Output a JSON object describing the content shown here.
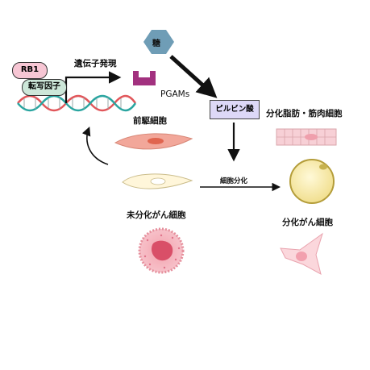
{
  "sugar": "糖",
  "rb1": "RB1",
  "transcription_factor": "転写因子",
  "gene_expression": "遺伝子発現",
  "pgams": "PGAMs",
  "pyruvate": "ピルビン酸",
  "precursor_cells": "前駆細胞",
  "differentiated_cells": "分化脂肪・筋肉細胞",
  "cell_differentiation": "細胞分化",
  "undifferentiated_cancer_cells": "未分化がん細胞",
  "differentiated_cancer_cells": "分化がん細胞",
  "colors": {
    "sugar_hex": "#6f9db6",
    "pgams": "#a2317f",
    "rb1_fill": "#f7c6d4",
    "tf_fill": "#cde7d9",
    "pyruvate_fill": "#ddd8f7",
    "dna_red": "#e1565a",
    "dna_teal": "#2aa5a0",
    "arrow": "#111111"
  }
}
